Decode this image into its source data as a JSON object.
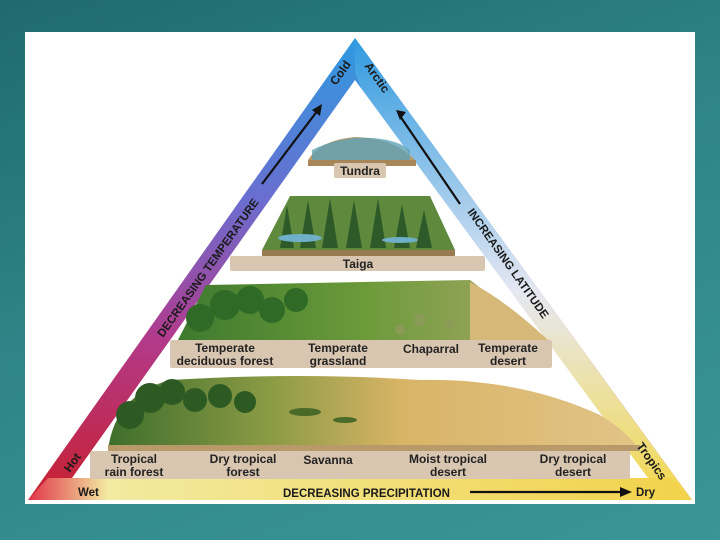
{
  "axes": {
    "left_edge": "DECREASING TEMPERATURE",
    "right_edge": "INCREASING LATITUDE",
    "bottom_edge": "DECREASING PRECIPITATION",
    "apex_left": "Cold",
    "apex_right": "Arctic",
    "bottom_left_corner": "Hot",
    "bottom_right_corner": "Tropics",
    "bottom_start": "Wet",
    "bottom_end": "Dry"
  },
  "biomes": {
    "tundra": "Tundra",
    "taiga": "Taiga",
    "temperate_deciduous": [
      "Temperate",
      "deciduous forest"
    ],
    "temperate_grassland": [
      "Temperate",
      "grassland"
    ],
    "chaparral": "Chaparral",
    "temperate_desert": [
      "Temperate",
      "desert"
    ],
    "tropical_rain_forest": [
      "Tropical",
      "rain forest"
    ],
    "dry_tropical_forest": [
      "Dry tropical",
      "forest"
    ],
    "savanna": "Savanna",
    "moist_tropical_desert": [
      "Moist tropical",
      "desert"
    ],
    "dry_tropical_desert": [
      "Dry tropical",
      "desert"
    ]
  },
  "colors": {
    "cold": "#2f8fd8",
    "hot": "#d42a3a",
    "dry": "#f2d24a",
    "tropics": "#f4e05a"
  }
}
